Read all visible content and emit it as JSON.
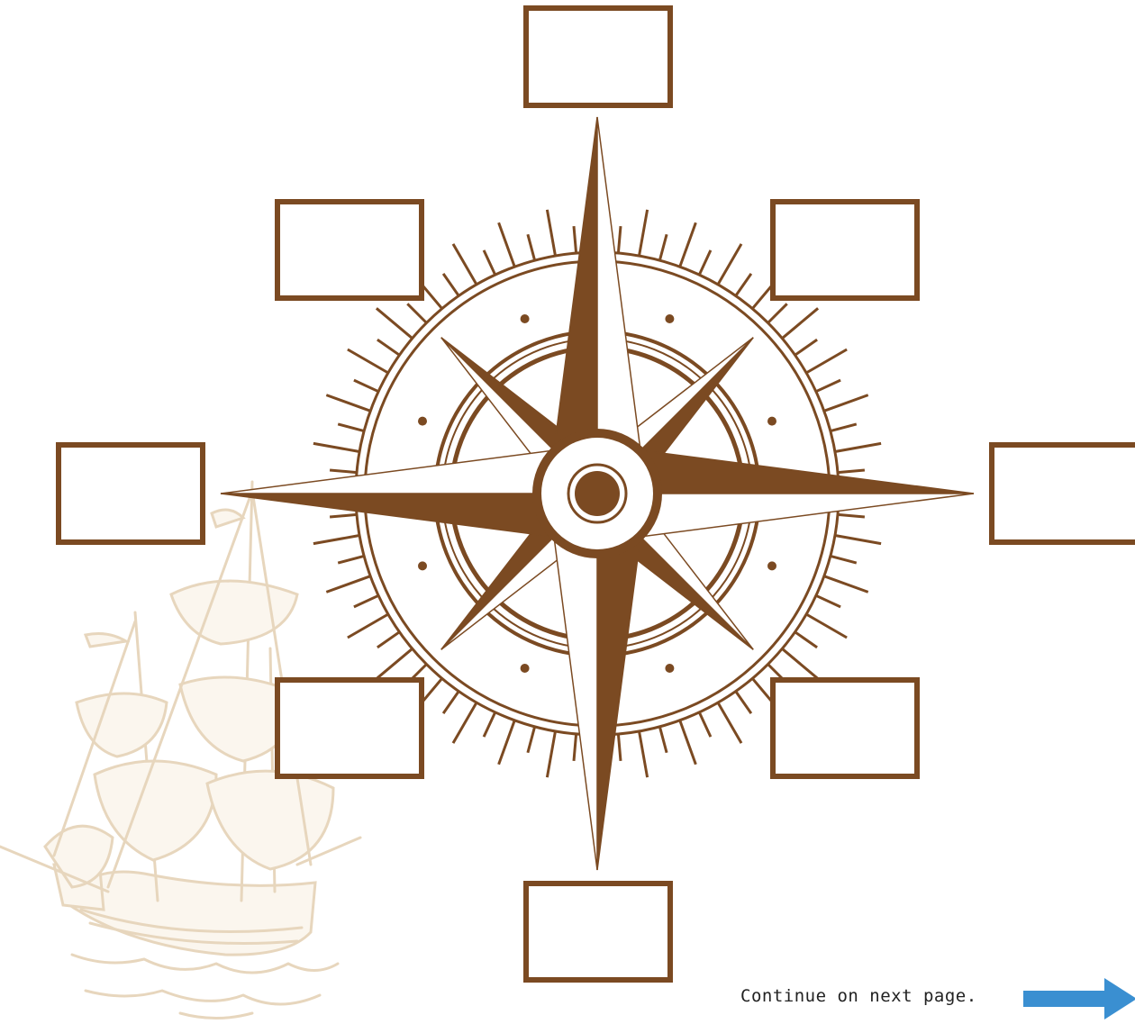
{
  "worksheet": {
    "footer_note": "Continue on next page.",
    "colors": {
      "compass": "#7b4a22",
      "ship": "#e7d6bd",
      "arrow": "#3a8fd1"
    },
    "icons": {
      "compass": "compass-rose-icon",
      "ship": "galleon-ship-icon",
      "arrow": "arrow-right-icon"
    },
    "label_boxes": [
      "top",
      "upper-right",
      "right",
      "lower-right",
      "bottom",
      "lower-left",
      "left",
      "upper-left"
    ]
  }
}
